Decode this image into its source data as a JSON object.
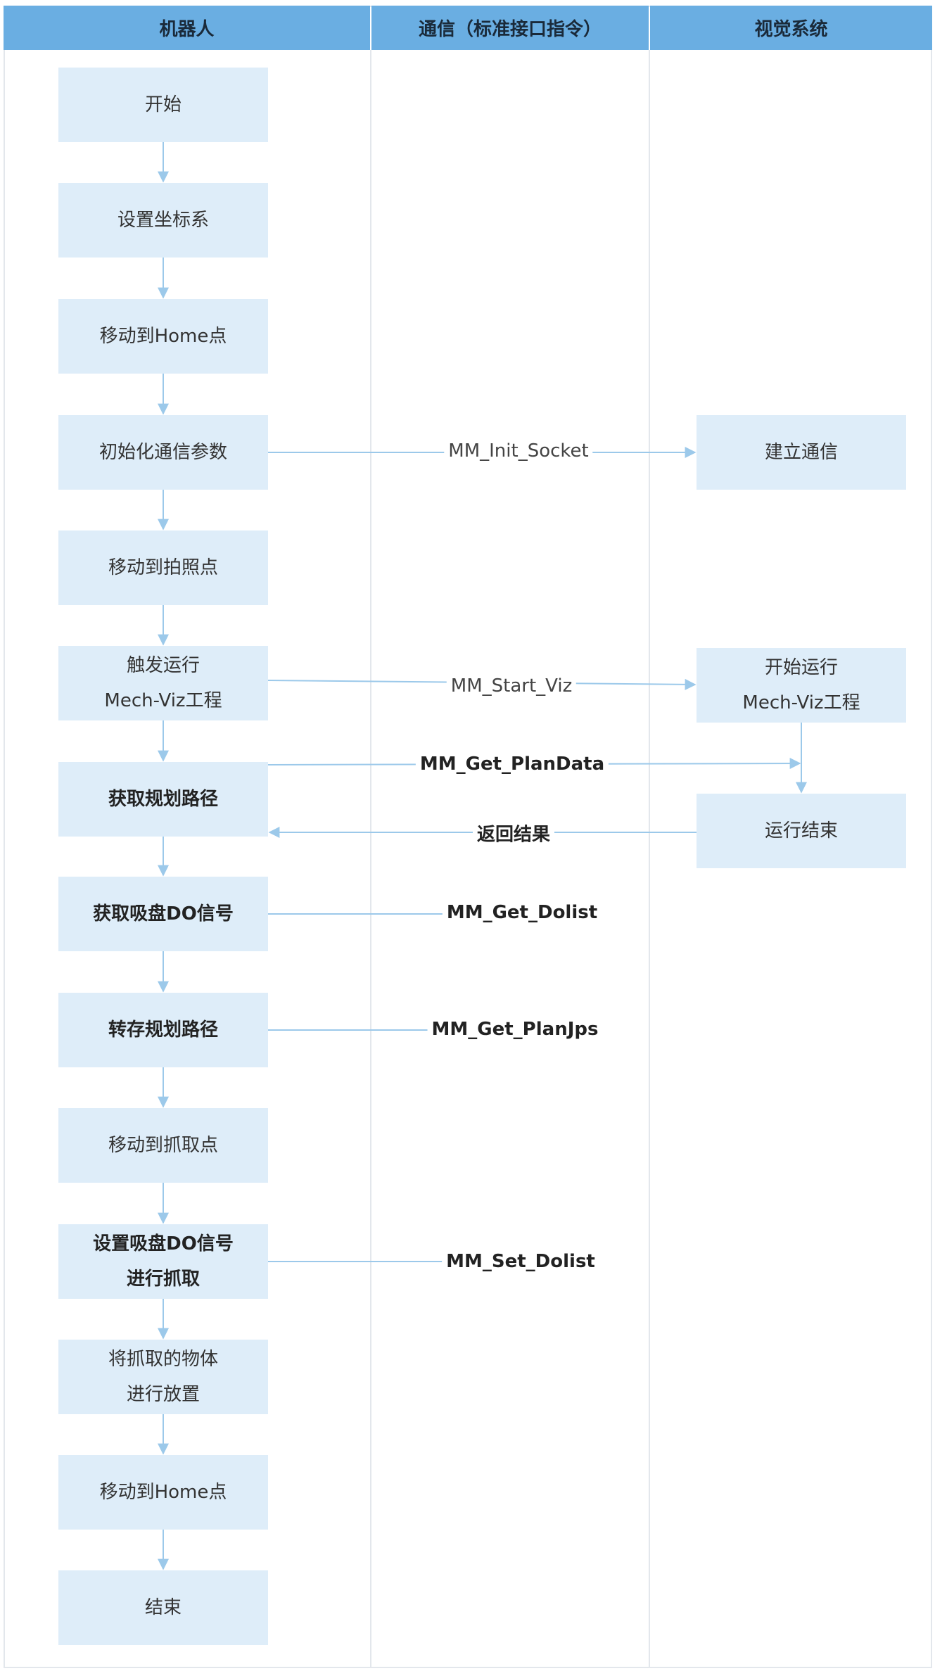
{
  "lanes": [
    {
      "id": "robot",
      "title": "机器人"
    },
    {
      "id": "comm",
      "title": "通信（标准接口指令）"
    },
    {
      "id": "vision",
      "title": "视觉系统"
    }
  ],
  "colors": {
    "header": "#6aaee2",
    "node_fill": "#deedf9",
    "line": "#9cc9ea",
    "divider": "#e3e7ec"
  },
  "robot_nodes": [
    {
      "id": "start",
      "lines": [
        "开始"
      ],
      "bold": false
    },
    {
      "id": "set-coord",
      "lines": [
        "设置坐标系"
      ],
      "bold": false
    },
    {
      "id": "home1",
      "lines": [
        "移动到Home点"
      ],
      "bold": false
    },
    {
      "id": "init-comm",
      "lines": [
        "初始化通信参数"
      ],
      "bold": false
    },
    {
      "id": "move-photo",
      "lines": [
        "移动到拍照点"
      ],
      "bold": false
    },
    {
      "id": "trigger-viz",
      "lines": [
        "触发运行",
        "Mech-Viz工程"
      ],
      "bold": false
    },
    {
      "id": "get-path",
      "lines": [
        "获取规划路径"
      ],
      "bold": true
    },
    {
      "id": "get-do",
      "lines": [
        "获取吸盘DO信号"
      ],
      "bold": true
    },
    {
      "id": "store-path",
      "lines": [
        "转存规划路径"
      ],
      "bold": true
    },
    {
      "id": "move-pick",
      "lines": [
        "移动到抓取点"
      ],
      "bold": false
    },
    {
      "id": "set-do",
      "lines": [
        "设置吸盘DO信号",
        "进行抓取"
      ],
      "bold": true
    },
    {
      "id": "place",
      "lines": [
        "将抓取的物体",
        "进行放置"
      ],
      "bold": false
    },
    {
      "id": "home2",
      "lines": [
        "移动到Home点"
      ],
      "bold": false
    },
    {
      "id": "end",
      "lines": [
        "结束"
      ],
      "bold": false
    }
  ],
  "vision_nodes": [
    {
      "id": "establish",
      "lines": [
        "建立通信"
      ],
      "bold": false
    },
    {
      "id": "start-viz",
      "lines": [
        "开始运行",
        "Mech-Viz工程"
      ],
      "bold": false
    },
    {
      "id": "run-end",
      "lines": [
        "运行结束"
      ],
      "bold": false
    }
  ],
  "messages": [
    {
      "id": "init-socket",
      "text": "MM_Init_Socket",
      "bold": false
    },
    {
      "id": "start-viz",
      "text": "MM_Start_Viz",
      "bold": false
    },
    {
      "id": "get-plandata",
      "text": "MM_Get_PlanData",
      "bold": true
    },
    {
      "id": "return-result",
      "text": "返回结果",
      "bold": true
    },
    {
      "id": "get-dolist",
      "text": "MM_Get_Dolist",
      "bold": true
    },
    {
      "id": "get-planjps",
      "text": "MM_Get_PlanJps",
      "bold": true
    },
    {
      "id": "set-dolist",
      "text": "MM_Set_Dolist",
      "bold": true
    }
  ]
}
